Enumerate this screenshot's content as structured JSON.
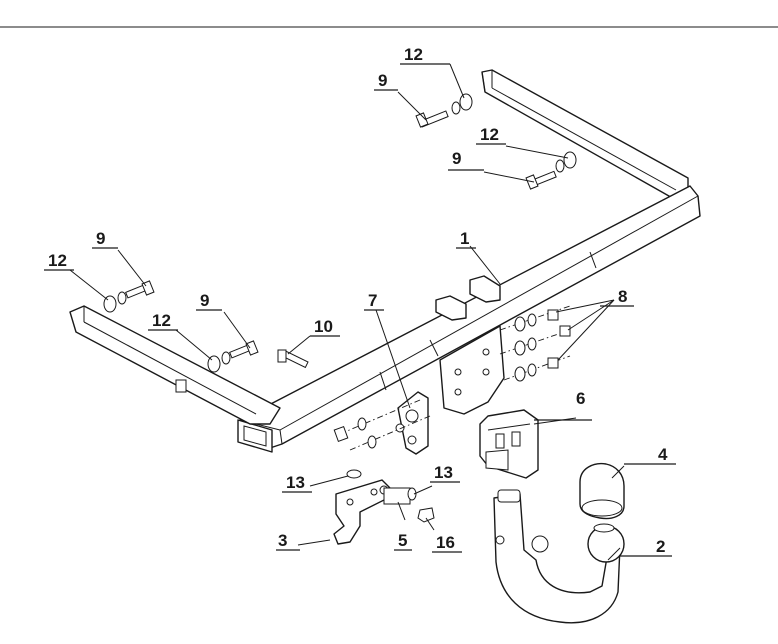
{
  "diagram": {
    "colors": {
      "ink": "#1a1a1a",
      "paper": "#ffffff"
    },
    "callouts": [
      {
        "id": "c1",
        "text": "1"
      },
      {
        "id": "c2",
        "text": "2"
      },
      {
        "id": "c3",
        "text": "3"
      },
      {
        "id": "c4",
        "text": "4"
      },
      {
        "id": "c5",
        "text": "5"
      },
      {
        "id": "c6",
        "text": "6"
      },
      {
        "id": "c7",
        "text": "7"
      },
      {
        "id": "c8",
        "text": "8"
      },
      {
        "id": "c9a",
        "text": "9"
      },
      {
        "id": "c9b",
        "text": "9"
      },
      {
        "id": "c9c",
        "text": "9"
      },
      {
        "id": "c9d",
        "text": "9"
      },
      {
        "id": "c10",
        "text": "10"
      },
      {
        "id": "c12a",
        "text": "12"
      },
      {
        "id": "c12b",
        "text": "12"
      },
      {
        "id": "c12c",
        "text": "12"
      },
      {
        "id": "c12d",
        "text": "12"
      },
      {
        "id": "c13a",
        "text": "13"
      },
      {
        "id": "c13b",
        "text": "13"
      },
      {
        "id": "c16",
        "text": "16"
      }
    ]
  }
}
